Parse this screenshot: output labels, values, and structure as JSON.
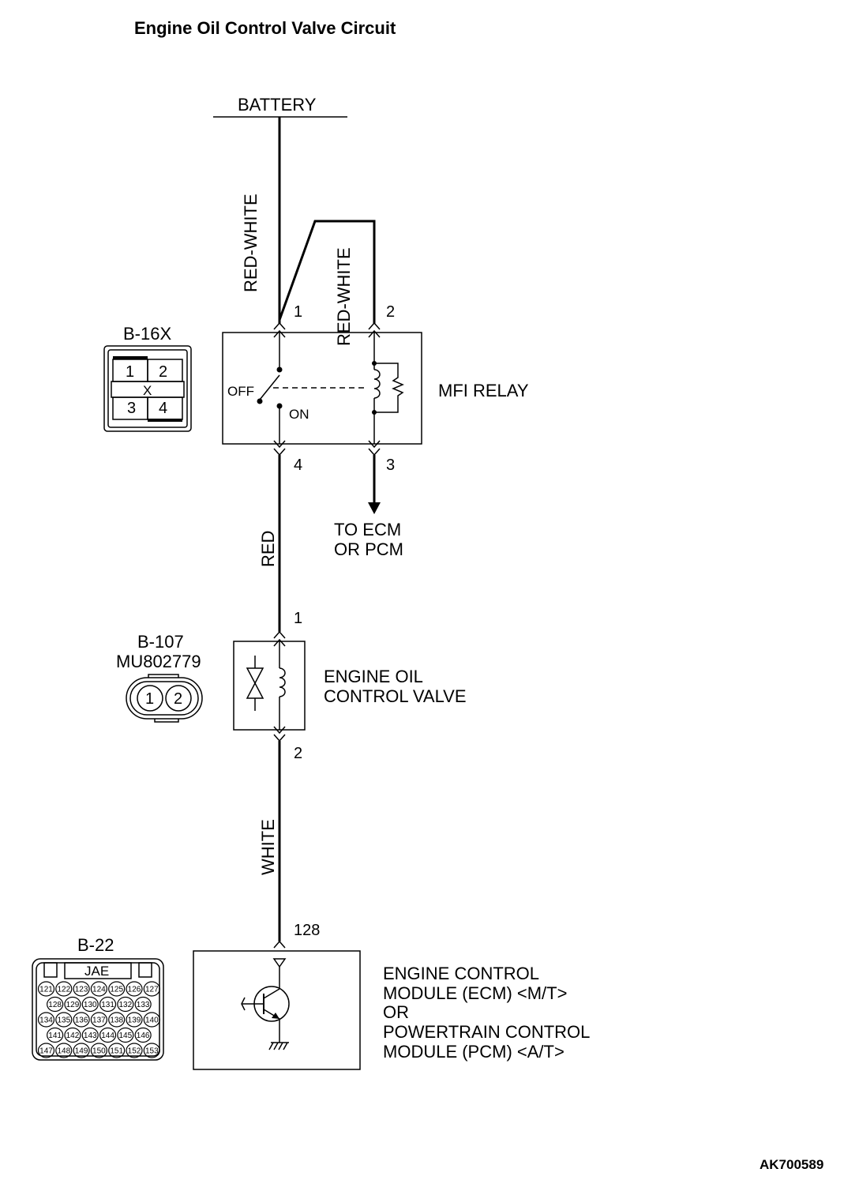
{
  "title": "Engine Oil Control Valve Circuit",
  "figure_id": "AK700589",
  "battery": {
    "label": "BATTERY"
  },
  "wires": {
    "battery_to_relay_1": "RED-WHITE",
    "battery_to_relay_2": "RED-WHITE",
    "relay_to_valve": "RED",
    "valve_to_ecm": "WHITE"
  },
  "mfi_relay": {
    "label": "MFI RELAY",
    "pin_1": "1",
    "pin_2": "2",
    "pin_3": "3",
    "pin_4": "4",
    "switch_off": "OFF",
    "switch_on": "ON",
    "output_line_1": "TO ECM",
    "output_line_2": "OR PCM"
  },
  "connector_b16x": {
    "code": "B-16X",
    "cells": [
      "1",
      "2",
      "3",
      "4"
    ],
    "mark": "X"
  },
  "oil_control_valve": {
    "label_line_1": "ENGINE OIL",
    "label_line_2": "CONTROL VALVE",
    "pin_1": "1",
    "pin_2": "2"
  },
  "connector_b107": {
    "code": "B-107",
    "part_number": "MU802779",
    "pins": [
      "1",
      "2"
    ]
  },
  "ecm": {
    "pin": "128",
    "label_lines": [
      "ENGINE CONTROL",
      "MODULE (ECM) <M/T>",
      "OR",
      "POWERTRAIN CONTROL",
      "MODULE (PCM) <A/T>"
    ]
  },
  "connector_b22": {
    "code": "B-22",
    "maker": "JAE",
    "rows": [
      [
        "121",
        "122",
        "123",
        "124",
        "125",
        "126",
        "127"
      ],
      [
        "128",
        "129",
        "130",
        "131",
        "132",
        "133"
      ],
      [
        "134",
        "135",
        "136",
        "137",
        "138",
        "139",
        "140"
      ],
      [
        "141",
        "142",
        "143",
        "144",
        "145",
        "146"
      ],
      [
        "147",
        "148",
        "149",
        "150",
        "151",
        "152",
        "153"
      ]
    ]
  }
}
